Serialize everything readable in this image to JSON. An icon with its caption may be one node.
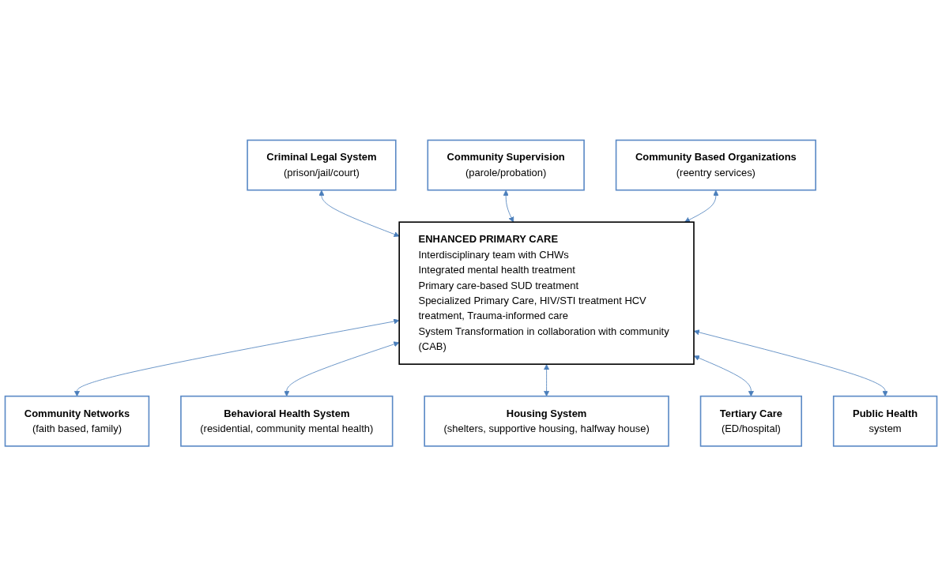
{
  "diagram": {
    "nodes": [
      {
        "text": [
          "Criminal Legal System",
          "(prison/jail/court)"
        ]
      },
      {
        "text": [
          "Community Supervision",
          "(parole/probation)"
        ]
      },
      {
        "text": [
          "Community Based Organizations",
          "(reentry services)"
        ]
      },
      {
        "text": [
          "ENHANCED PRIMARY CARE",
          "Interdisciplinary team with CHWs",
          "Integrated mental health treatment",
          "Primary care-based SUD treatment",
          "Specialized Primary Care, HIV/STI treatment HCV treatment, Trauma-informed care",
          "System Transformation in collaboration with community (CAB)"
        ]
      },
      {
        "text": [
          "Community Networks",
          "(faith based, family)"
        ]
      },
      {
        "text": [
          "Behavioral Health System",
          "(residential, community mental health)"
        ]
      },
      {
        "text": [
          "Housing System",
          "(shelters, supportive housing, halfway house)"
        ]
      },
      {
        "text": [
          "Tertiary Care",
          "(ED/hospital)"
        ]
      },
      {
        "text": [
          "Public Health",
          "system"
        ]
      }
    ],
    "edges": [
      {
        "from": 0,
        "to": 3,
        "arrow": "both"
      },
      {
        "from": 1,
        "to": 3,
        "arrow": "both"
      },
      {
        "from": 2,
        "to": 3,
        "arrow": "both"
      },
      {
        "from": 3,
        "to": 4,
        "arrow": "both"
      },
      {
        "from": 3,
        "to": 5,
        "arrow": "both"
      },
      {
        "from": 3,
        "to": 6,
        "arrow": "both"
      },
      {
        "from": 3,
        "to": 7,
        "arrow": "both"
      },
      {
        "from": 3,
        "to": 8,
        "arrow": "both"
      }
    ]
  }
}
